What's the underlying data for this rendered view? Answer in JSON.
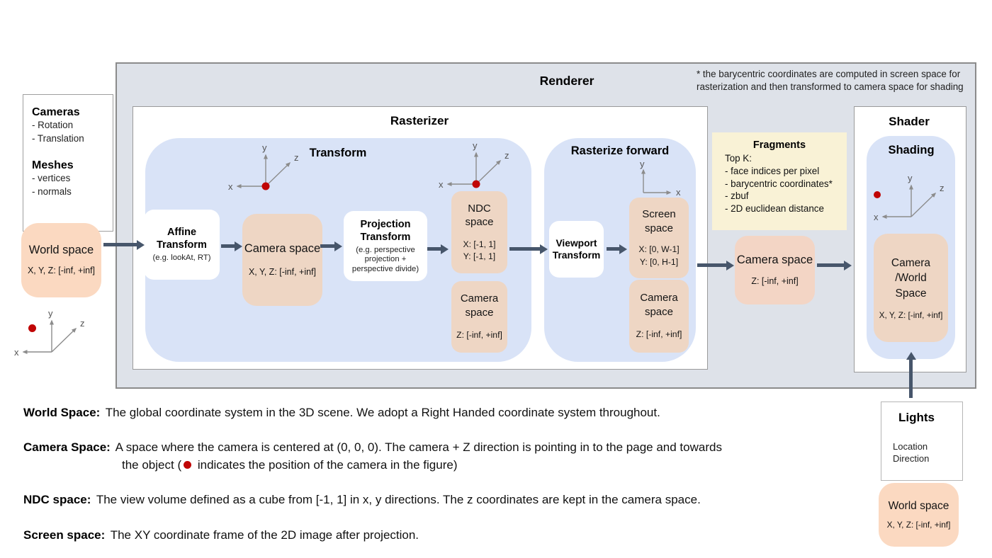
{
  "renderer": {
    "title": "Renderer",
    "note_line1": "* the barycentric coordinates are computed in screen space for",
    "note_line2": "rasterization and then transformed to camera space for shading"
  },
  "cameras_panel": {
    "cameras_title": "Cameras",
    "cameras_items": [
      "- Rotation",
      "- Translation"
    ],
    "meshes_title": "Meshes",
    "meshes_items": [
      "- vertices",
      "- normals"
    ]
  },
  "world_space_in": {
    "title": "World space",
    "range": "X, Y, Z: [-inf, +inf]"
  },
  "rasterizer": {
    "title": "Rasterizer",
    "transform": {
      "title": "Transform",
      "affine": {
        "name1": "Affine",
        "name2": "Transform",
        "sub": "(e.g. lookAt, RT)"
      },
      "camera_space": {
        "title": "Camera space",
        "range": "X, Y, Z: [-inf, +inf]"
      },
      "projection": {
        "name1": "Projection",
        "name2": "Transform",
        "sub1": "(e.g. perspective",
        "sub2": "projection +",
        "sub3": "perspective divide)"
      },
      "ndc": {
        "name1": "NDC",
        "name2": "space",
        "range1": "X: [-1, 1]",
        "range2": "Y: [-1, 1]"
      },
      "camera_space_z": {
        "name1": "Camera",
        "name2": "space",
        "range": "Z: [-inf, +inf]"
      }
    },
    "raster_forward": {
      "title": "Rasterize forward",
      "viewport": {
        "name1": "Viewport",
        "name2": "Transform"
      },
      "screen": {
        "name1": "Screen",
        "name2": "space",
        "range1": "X: [0, W-1]",
        "range2": "Y: [0,  H-1]"
      },
      "camera_space_z": {
        "name1": "Camera",
        "name2": "space",
        "range": "Z: [-inf, +inf]"
      }
    }
  },
  "fragments": {
    "title": "Fragments",
    "lines": [
      "Top K:",
      "- face indices per pixel",
      "- barycentric coordinates*",
      "- zbuf",
      "- 2D euclidean distance"
    ]
  },
  "camera_space_out": {
    "title": "Camera space",
    "range": "Z: [-inf, +inf]"
  },
  "shader": {
    "title": "Shader",
    "shading_title": "Shading",
    "camera_world": {
      "name1": "Camera",
      "name2": "/World",
      "name3": "Space",
      "range": "X, Y, Z: [-inf, +inf]"
    }
  },
  "lights_panel": {
    "title": "Lights",
    "items": [
      "Location",
      "Direction"
    ]
  },
  "world_space_lights": {
    "title": "World space",
    "range": "X, Y, Z: [-inf, +inf]"
  },
  "definitions": {
    "world": {
      "term": "World Space:",
      "text": "The global coordinate system in the 3D scene. We adopt a Right Handed coordinate system throughout."
    },
    "camera": {
      "term": "Camera Space:",
      "line1": "A space where the camera is centered at (0, 0, 0). The camera + Z direction is pointing in to the page and towards",
      "line2_before": "the object (",
      "line2_after": "indicates the position of the camera in the figure)"
    },
    "ndc": {
      "term": "NDC space:",
      "text": "The view volume defined as a cube from [-1, 1] in x, y directions. The z coordinates are kept in the camera space."
    },
    "screen": {
      "term": "Screen space:",
      "text": "The XY coordinate frame of the 2D image after projection."
    }
  },
  "axes": {
    "x": "x",
    "y": "y",
    "z": "z"
  },
  "colors": {
    "renderer_bg": "#dee2e9",
    "blue_panel": "#d9e3f7",
    "peach": "#fbd9c1",
    "tan": "#eed6c4",
    "pink": "#f3d5c5",
    "fragments_yellow": "#f9f2d6",
    "arrow": "#47566b",
    "camera_dot_red": "#c00505"
  }
}
